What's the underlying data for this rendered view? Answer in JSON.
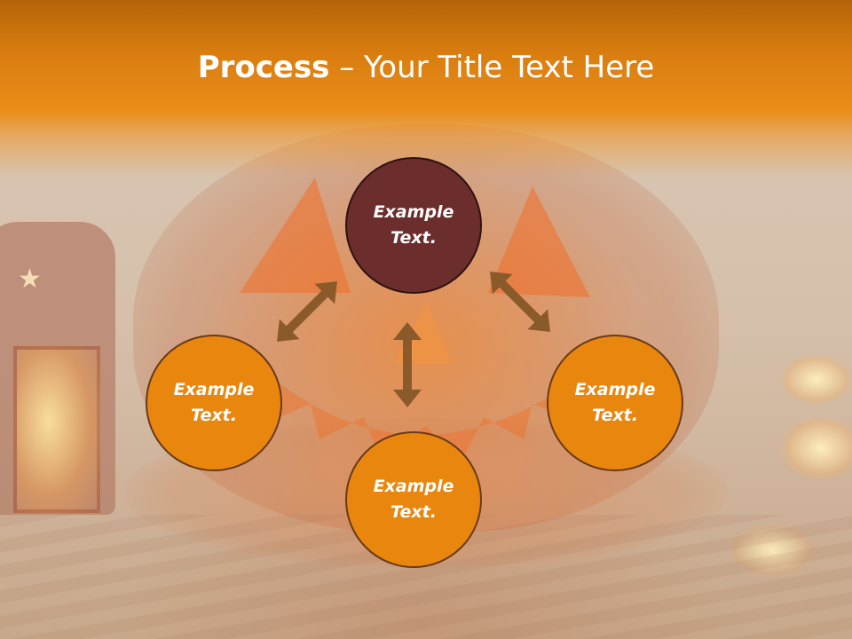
{
  "slide": {
    "title_strong": "Process",
    "title_rest": " – Your Title Text Here"
  },
  "diagram": {
    "nodes": {
      "top": "Example\nText.",
      "left": "Example\nText.",
      "right": "Example\nText.",
      "bottom": "Example\nText."
    }
  },
  "colors": {
    "header": "#ea8d18",
    "node_top": "#6b2e2c",
    "node_orange": "#e8860e",
    "arrow": "#8b5a2b"
  }
}
